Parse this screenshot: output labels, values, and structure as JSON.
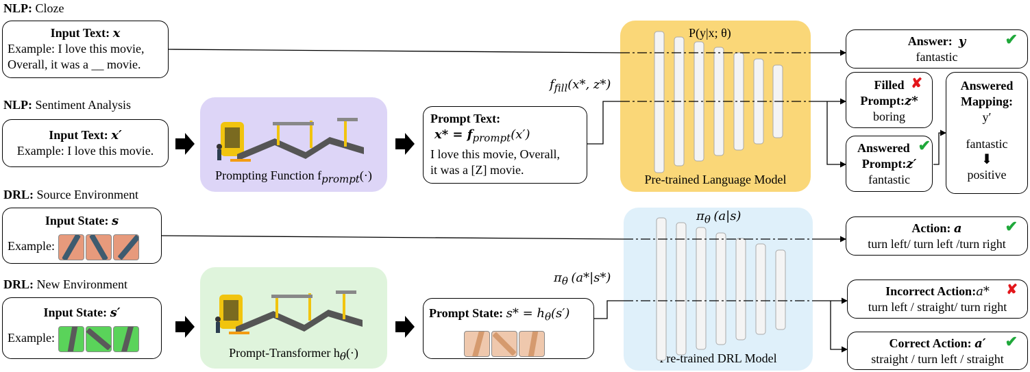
{
  "sections": {
    "nlp_cloze": {
      "prefix": "NLP:",
      "name": "Cloze"
    },
    "nlp_sentiment": {
      "prefix": "NLP:",
      "name": "Sentiment Analysis"
    },
    "drl_source": {
      "prefix": "DRL:",
      "name": "Source Environment"
    },
    "drl_new": {
      "prefix": "DRL:",
      "name": "New Environment"
    }
  },
  "cloze_input": {
    "title": "Input Text:",
    "var": "x",
    "line1": "Example: I love this movie,",
    "line2": "Overall, it was a __ movie."
  },
  "sent_input": {
    "title": "Input Text:",
    "var": "x′",
    "line1": "Example: I love this movie."
  },
  "src_input": {
    "title": "Input State:",
    "var": "s",
    "example": "Example:"
  },
  "new_input": {
    "title": "Input State:",
    "var": "s′",
    "example": "Example:"
  },
  "prompting_function": {
    "label": "Prompting Function f",
    "sub": "prompt",
    "tail": "(·)"
  },
  "prompt_transformer": {
    "label": "Prompt-Transformer h",
    "sub": "θ",
    "tail": "(·)"
  },
  "prompt_text": {
    "title": "Prompt Text:",
    "formula": "x* = f",
    "formula_sub": "prompt",
    "formula_tail": "(x′)",
    "line1": "I love this movie, Overall,",
    "line2": "it was a [Z] movie."
  },
  "prompt_state": {
    "title": "Prompt State:",
    "formula": "s* = h",
    "formula_sub": "θ",
    "formula_tail": "(s′)"
  },
  "plm": {
    "label": "Pre-trained Language Model",
    "top_formula": "P(y|x; θ)",
    "fill_formula": "f",
    "fill_sub": "fill",
    "fill_tail": "(x*, z*)"
  },
  "drl_model": {
    "label": "Pre-trained DRL Model",
    "top_formula": "π",
    "top_sub": "θ",
    "top_tail": "(a|s)",
    "mid_formula": "π",
    "mid_sub": "θ",
    "mid_tail": "(a*|s*)"
  },
  "answer": {
    "title": "Answer:",
    "var": "y",
    "value": "fantastic"
  },
  "filled_prompt": {
    "title1": "Filled",
    "title2": "Prompt:",
    "var": "z*",
    "value": "boring"
  },
  "answered_prompt": {
    "title1": "Answered",
    "title2": "Prompt:",
    "var": "z′",
    "value": "fantastic"
  },
  "answered_mapping": {
    "title1": "Answered",
    "title2": "Mapping:",
    "var": "y′",
    "value1": "fantastic",
    "value2": "positive"
  },
  "action": {
    "title": "Action:",
    "var": "a",
    "value": "turn left/ turn left /turn right"
  },
  "incorrect_action": {
    "title": "Incorrect Action:",
    "var": "a*",
    "value": "turn left / straight/ turn right"
  },
  "correct_action": {
    "title": "Correct Action:",
    "var": "a′",
    "value": "straight / turn left / straight"
  },
  "marks": {
    "check": "✔",
    "cross": "✘",
    "down_arrow": "⬇"
  },
  "colors": {
    "purple_panel": "#ddd5f7",
    "green_panel": "#dff4dc",
    "yellow_panel": "#fad778",
    "blue_panel": "#dff0fa",
    "check": "#1fa83a",
    "cross": "#e3161b"
  }
}
